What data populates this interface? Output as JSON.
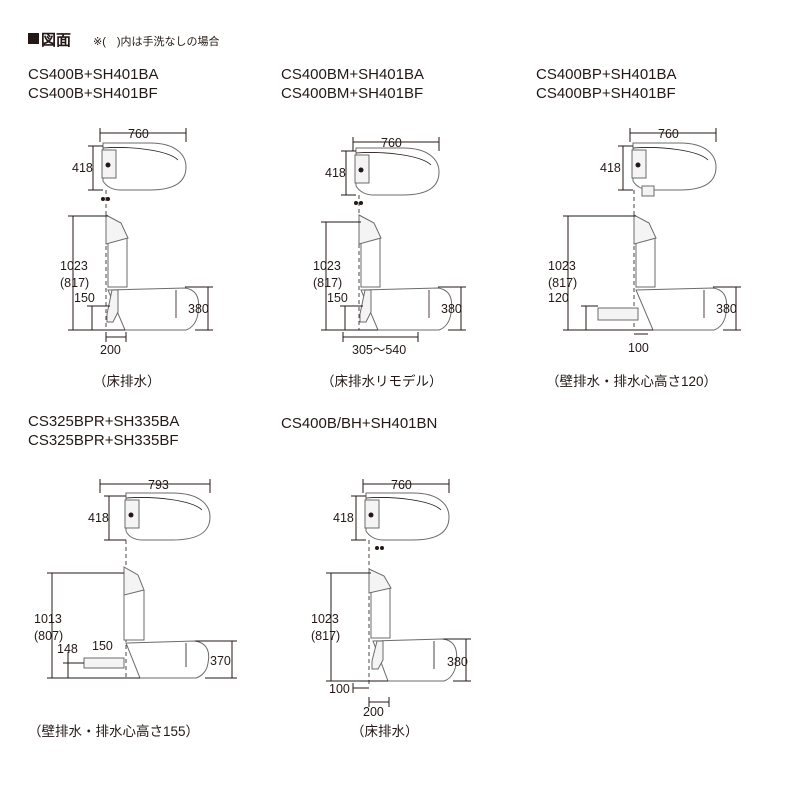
{
  "header": {
    "title": "図面",
    "note": "※(　)内は手洗なしの場合"
  },
  "diagrams": [
    {
      "models": [
        "CS400B+SH401BA",
        "CS400B+SH401BF"
      ],
      "dims": {
        "width": "760",
        "seat_height": "418",
        "height": "1023",
        "height_alt": "(817)",
        "drain": "150",
        "bowl_height": "380",
        "offset": "200"
      },
      "caption": "（床排水）"
    },
    {
      "models": [
        "CS400BM+SH401BA",
        "CS400BM+SH401BF"
      ],
      "dims": {
        "width": "760",
        "seat_height": "418",
        "height": "1023",
        "height_alt": "(817)",
        "drain": "150",
        "bowl_height": "380",
        "offset": "305～540"
      },
      "caption": "（床排水リモデル）"
    },
    {
      "models": [
        "CS400BP+SH401BA",
        "CS400BP+SH401BF"
      ],
      "dims": {
        "width": "760",
        "seat_height": "418",
        "height": "1023",
        "height_alt": "(817)",
        "drain": "120",
        "bowl_height": "380",
        "offset": "100"
      },
      "caption": "（壁排水・排水心高さ120）"
    },
    {
      "models": [
        "CS325BPR+SH335BA",
        "CS325BPR+SH335BF"
      ],
      "dims": {
        "width": "793",
        "seat_height": "418",
        "height": "1013",
        "height_alt": "(807)",
        "drain_height": "148",
        "drain": "150",
        "bowl_height": "370"
      },
      "caption": "（壁排水・排水心高さ155）"
    },
    {
      "models": [
        "CS400B/BH+SH401BN"
      ],
      "dims": {
        "width": "760",
        "seat_height": "418",
        "height": "1023",
        "height_alt": "(817)",
        "bowl_height": "380",
        "drain": "100",
        "offset": "200"
      },
      "caption": "（床排水）"
    }
  ]
}
